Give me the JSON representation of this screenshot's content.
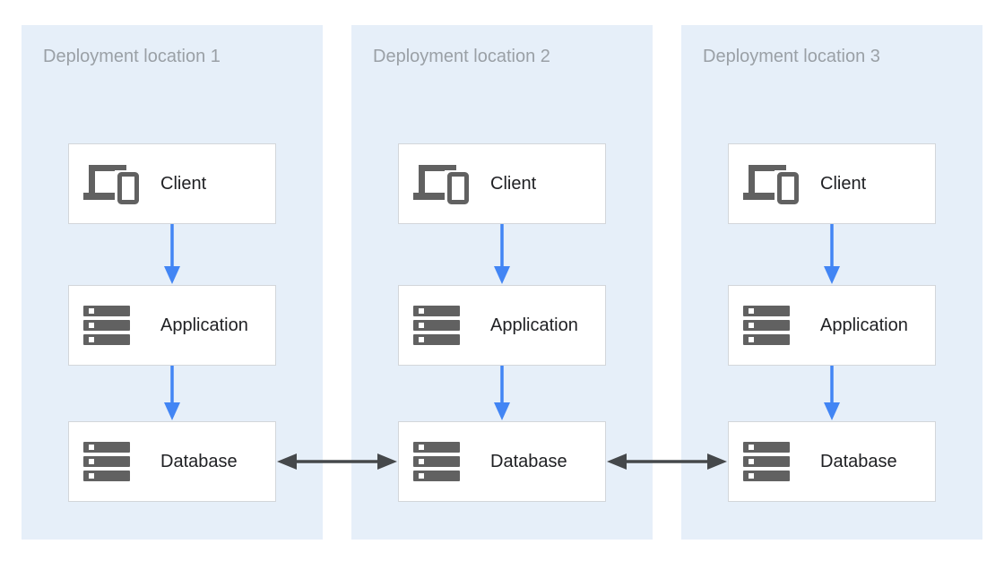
{
  "diagram": {
    "type": "architecture-diagram",
    "panels": [
      {
        "title": "Deployment location 1",
        "nodes": [
          {
            "label": "Client",
            "icon": "devices-icon"
          },
          {
            "label": "Application",
            "icon": "servers-icon"
          },
          {
            "label": "Database",
            "icon": "servers-icon"
          }
        ]
      },
      {
        "title": "Deployment location 2",
        "nodes": [
          {
            "label": "Client",
            "icon": "devices-icon"
          },
          {
            "label": "Application",
            "icon": "servers-icon"
          },
          {
            "label": "Database",
            "icon": "servers-icon"
          }
        ]
      },
      {
        "title": "Deployment location 3",
        "nodes": [
          {
            "label": "Client",
            "icon": "devices-icon"
          },
          {
            "label": "Application",
            "icon": "servers-icon"
          },
          {
            "label": "Database",
            "icon": "servers-icon"
          }
        ]
      }
    ],
    "connections": {
      "per_panel": [
        {
          "from": "Client",
          "to": "Application",
          "style": "arrow-down",
          "color": "#4285f4"
        },
        {
          "from": "Application",
          "to": "Database",
          "style": "arrow-down",
          "color": "#4285f4"
        }
      ],
      "cross_panel": [
        {
          "from": "Database (location 1)",
          "to": "Database (location 2)",
          "style": "bidirectional",
          "color": "#45484b"
        },
        {
          "from": "Database (location 2)",
          "to": "Database (location 3)",
          "style": "bidirectional",
          "color": "#45484b"
        }
      ]
    },
    "colors": {
      "page_bg": "#ffffff",
      "panel_bg": "#e6eff9",
      "node_bg": "#ffffff",
      "node_border": "#d3d6da",
      "panel_title_text": "#9aa0a6",
      "node_label_text": "#202124",
      "icon_gray": "#616161",
      "flow_arrow_blue": "#4285f4",
      "replication_arrow_dark": "#45484b"
    }
  }
}
